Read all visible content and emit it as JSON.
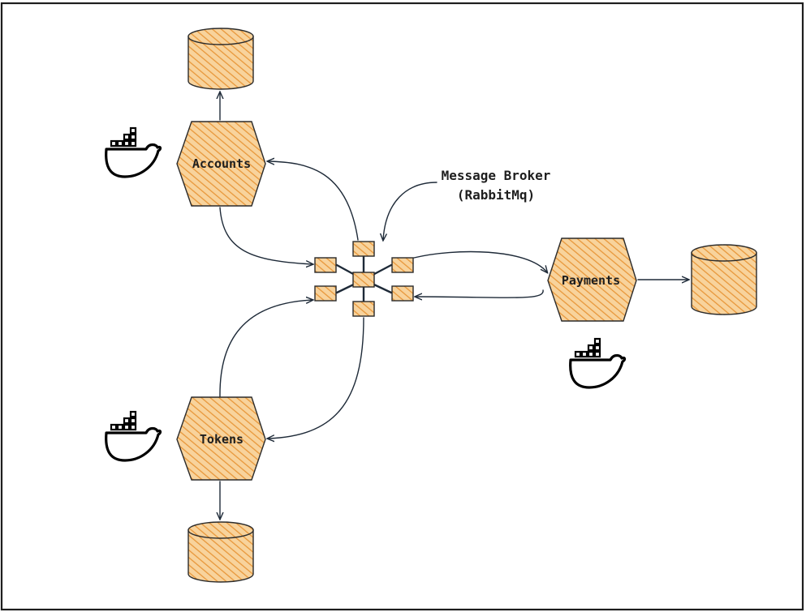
{
  "services": {
    "accounts": {
      "label": "Accounts"
    },
    "payments": {
      "label": "Payments"
    },
    "tokens": {
      "label": "Tokens"
    }
  },
  "broker": {
    "line1": "Message Broker",
    "line2": "(RabbitMq)"
  },
  "icons": {
    "container": "docker-whale-icon",
    "database": "database-cylinder-icon"
  },
  "colors": {
    "fill": "#f6c27a",
    "hatch": "#e8973a",
    "stroke": "#1e2a38",
    "border": "#1e1e1e"
  }
}
